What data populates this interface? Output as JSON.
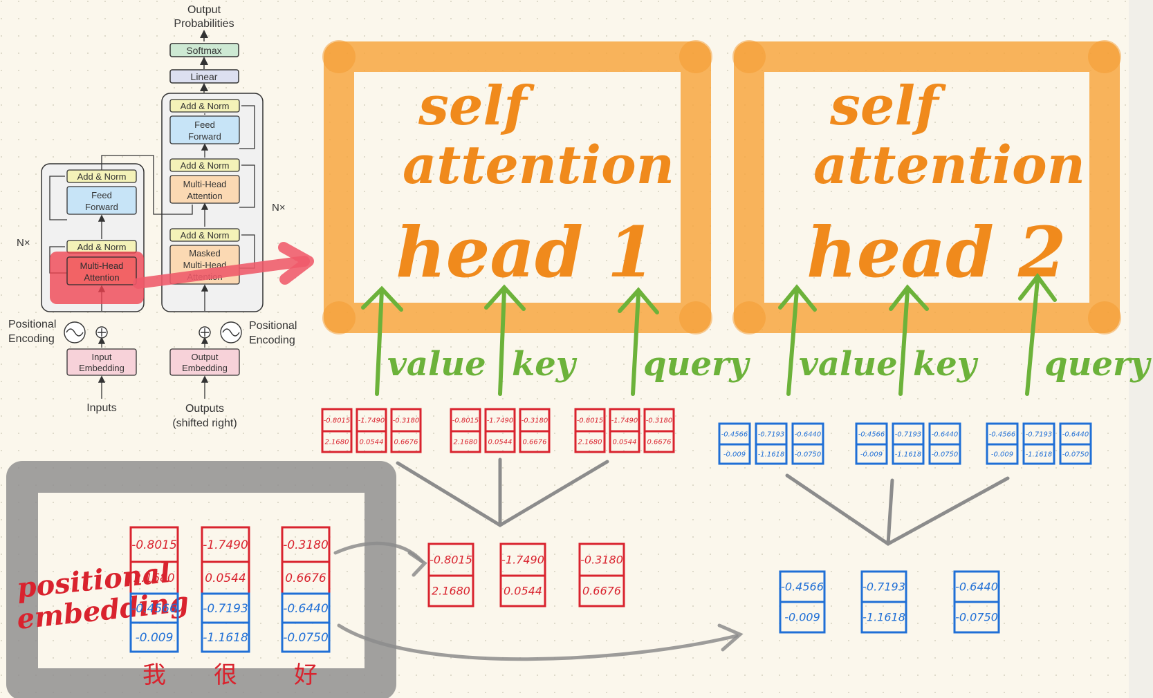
{
  "transformer": {
    "output_title_1": "Output",
    "output_title_2": "Probabilities",
    "softmax": "Softmax",
    "linear": "Linear",
    "add_norm": "Add & Norm",
    "feed_forward_1": "Feed",
    "feed_forward_2": "Forward",
    "multi_head_1": "Multi-Head",
    "multi_head_2": "Attention",
    "masked_1": "Masked",
    "masked_2": "Multi-Head",
    "masked_3": "Attention",
    "nx": "N×",
    "positional_1": "Positional",
    "positional_2": "Encoding",
    "input_emb_1": "Input",
    "input_emb_2": "Embedding",
    "output_emb_1": "Output",
    "output_emb_2": "Embedding",
    "inputs": "Inputs",
    "outputs_1": "Outputs",
    "outputs_2": "(shifted right)"
  },
  "heads": [
    {
      "line1": "self",
      "line2": "attention",
      "line3": "head 1"
    },
    {
      "line1": "self",
      "line2": "attention",
      "line3": "head 2"
    }
  ],
  "arrow_labels": [
    "value",
    "key",
    "query"
  ],
  "positional_label_1": "positional",
  "positional_label_2": "embedding",
  "tokens": [
    "我",
    "很",
    "好"
  ],
  "embedding_columns": [
    {
      "red_top": "-0.8015",
      "red_bottom": "2.1680",
      "blue_top": "-0.4566",
      "blue_bottom": "-0.009"
    },
    {
      "red_top": "-1.7490",
      "red_bottom": "0.0544",
      "blue_top": "-0.7193",
      "blue_bottom": "-1.1618"
    },
    {
      "red_top": "-0.3180",
      "red_bottom": "0.6676",
      "blue_top": "-0.6440",
      "blue_bottom": "-0.0750"
    }
  ],
  "colors": {
    "orange": "#f6a33b",
    "orange_text": "#f08a1c",
    "green": "#6cb23a",
    "red": "#d9232e",
    "blue": "#1f6fd6",
    "gray": "#8c8c8c",
    "pink_arrow": "#ef5a6a"
  }
}
